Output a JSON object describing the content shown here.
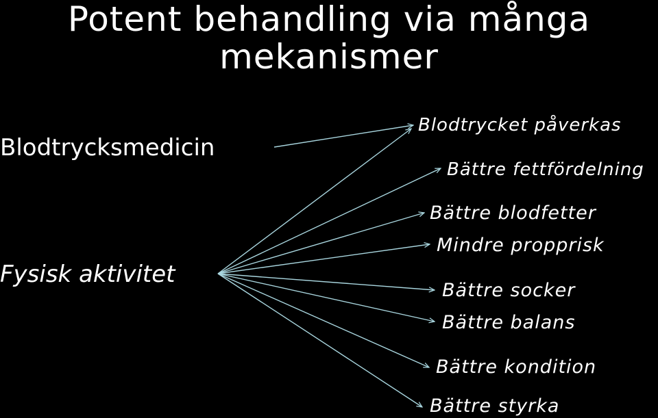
{
  "title": {
    "line1": "Potent behandling via många",
    "line2": "mekanismer"
  },
  "sources": {
    "medicine": "Blodtrycksmedicin",
    "physical_activity": "Fysisk aktivitet"
  },
  "effects": [
    "Blodtrycket påverkas",
    "Bättre fettfördelning",
    "Bättre blodfetter",
    "Mindre propprisk",
    "Bättre socker",
    "Bättre balans",
    "Bättre kondition",
    "Bättre styrka"
  ],
  "colors": {
    "background": "#000000",
    "text": "#ffffff",
    "arrow": "#a9d6df"
  }
}
